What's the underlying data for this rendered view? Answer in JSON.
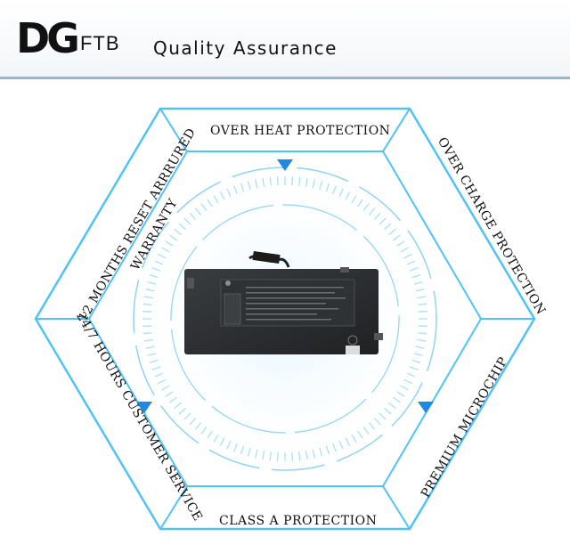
{
  "header": {
    "brand_mark": "DG",
    "brand_suffix": "FTB",
    "tagline": "Quality Assurance"
  },
  "features": {
    "top": "OVER HEAT PROTECTION",
    "upper_right": "OVER CHARGE PROTECTION",
    "lower_right": "PREMIUM MICROCHIP",
    "bottom": "CLASS A PROTECTION",
    "lower_left": "24/7 HOURS CUSTOMER SERVICE",
    "upper_left_line1": "12 MONTHS RESET ARRRURED",
    "upper_left_line2": "WARRANTY"
  },
  "colors": {
    "accent_blue": "#1e88e5",
    "hex_line": "#4fc3f7",
    "battery": "#2b2d2f"
  }
}
